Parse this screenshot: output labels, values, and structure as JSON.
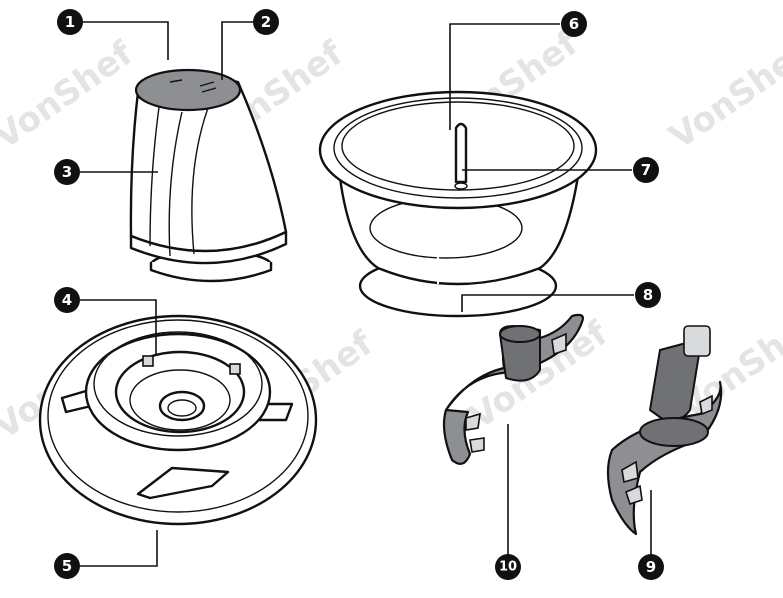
{
  "watermark": {
    "text": "VonShef"
  },
  "callouts": [
    {
      "number": "1"
    },
    {
      "number": "2"
    },
    {
      "number": "3"
    },
    {
      "number": "4"
    },
    {
      "number": "5"
    },
    {
      "number": "6"
    },
    {
      "number": "7"
    },
    {
      "number": "8"
    },
    {
      "number": "9"
    },
    {
      "number": "10"
    }
  ],
  "colors": {
    "ink": "#111111",
    "part_grey": "#8d8f93",
    "watermark": "#e4e4e4"
  }
}
